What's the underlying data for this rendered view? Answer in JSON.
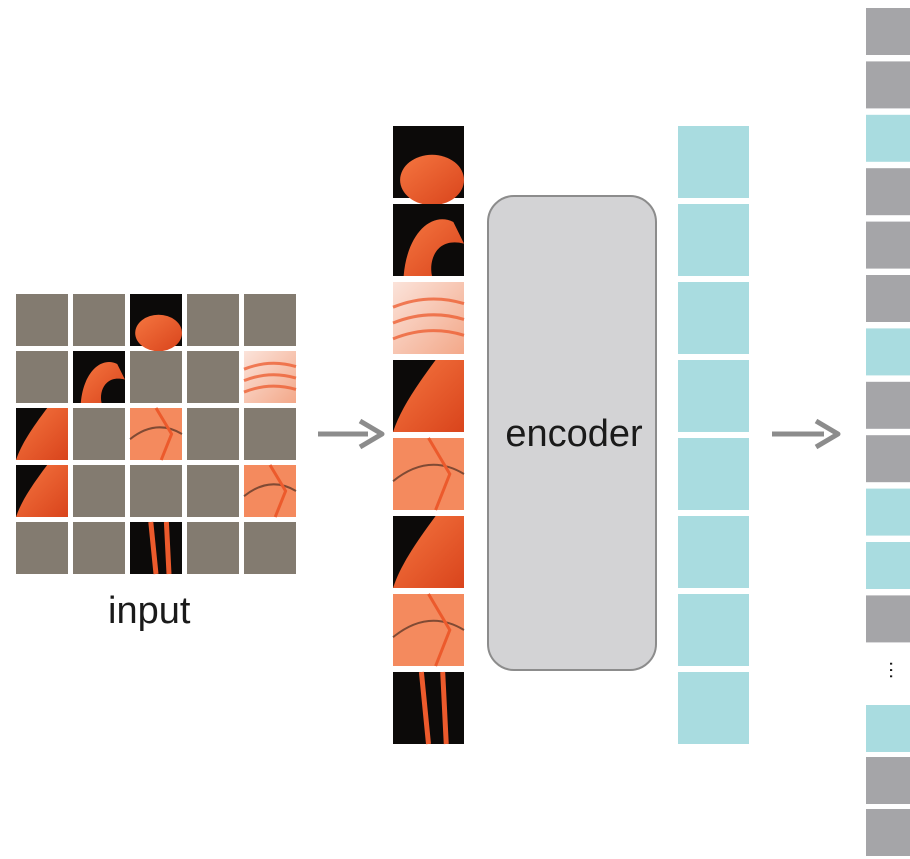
{
  "labels": {
    "input": "input",
    "encoder": "encoder",
    "ellipsis": "…"
  },
  "colors": {
    "masked_patch": "#837b70",
    "visible_token": "#a9dce0",
    "mask_token": "#a5a5a8",
    "encoder_fill": "#d3d3d5",
    "encoder_stroke": "#8c8c8c",
    "arrow": "#8c8c8c",
    "flamingo": "#ec5a2c",
    "flamingo_light": "#f48a5e",
    "flamingo_pale": "#fadad0",
    "background_dark": "#0c0a09"
  },
  "input_grid": {
    "rows": 5,
    "cols": 5,
    "visible_cells": [
      [
        0,
        2
      ],
      [
        1,
        1
      ],
      [
        1,
        4
      ],
      [
        2,
        0
      ],
      [
        2,
        2
      ],
      [
        3,
        0
      ],
      [
        3,
        4
      ],
      [
        4,
        2
      ]
    ]
  },
  "visible_patch_count": 8,
  "encoded_token_count": 8,
  "output_sequence": {
    "top_group": [
      "mask",
      "mask",
      "visible",
      "mask",
      "mask",
      "mask",
      "visible",
      "mask",
      "mask",
      "visible",
      "visible",
      "mask"
    ],
    "bottom_group": [
      "visible",
      "mask",
      "mask"
    ]
  }
}
